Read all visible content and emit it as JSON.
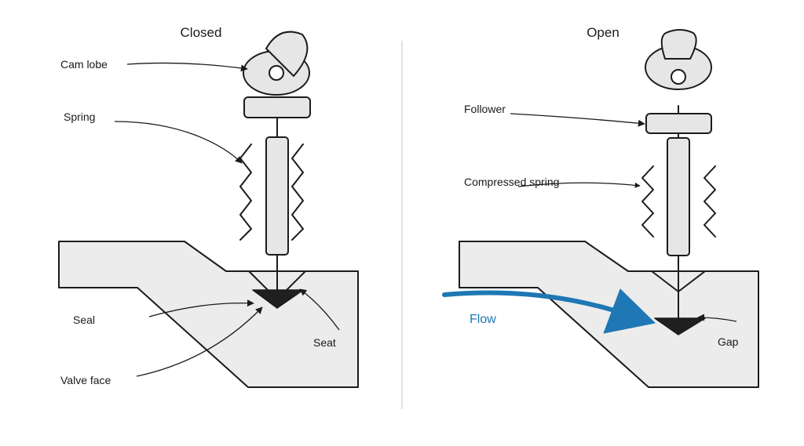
{
  "panels": {
    "closed": {
      "title": "Closed",
      "labels": {
        "cam_lobe": "Cam lobe",
        "spring": "Spring",
        "seal": "Seal",
        "valve_face": "Valve face",
        "seat": "Seat"
      }
    },
    "open": {
      "title": "Open",
      "labels": {
        "follower": "Follower",
        "compressed_spring": "Compressed spring",
        "flow": "Flow",
        "gap": "Gap"
      }
    }
  },
  "colors": {
    "flow": "#1f77b4",
    "stroke": "#1b1b1b",
    "port_fill": "#ececec",
    "part_fill": "#e6e6e6",
    "divider": "#d9d9d9"
  }
}
